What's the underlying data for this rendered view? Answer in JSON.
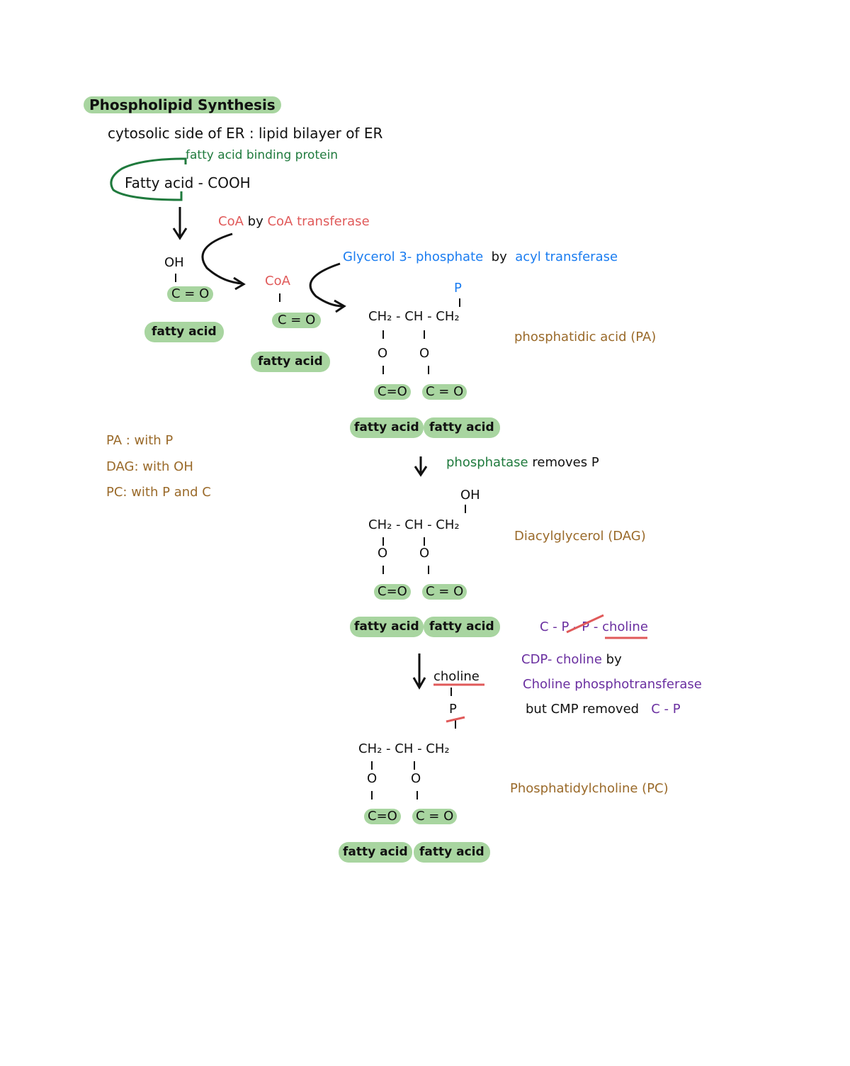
{
  "colors": {
    "green_dark": "#1f7a3d",
    "green_highlight": "#a8d5a0",
    "red": "#e05a5a",
    "blue": "#1a7cf0",
    "brown": "#9a6a2a",
    "purple": "#6a2fa0",
    "black": "#111111"
  },
  "title": "Phospholipid Synthesis",
  "subtitle": "cytosolic side of ER : lipid bilayer of ER",
  "step1": {
    "fabp_label": "fatty acid binding protein",
    "start_molecule": "Fatty acid - COOH",
    "coa_enzyme": {
      "coa": "CoA",
      "by": "by",
      "enzyme": "CoA transferase"
    },
    "glycerol_enzyme": {
      "substrate": "Glycerol 3- phosphate",
      "by": "by",
      "enzyme": "acyl transferase"
    }
  },
  "molecules": {
    "fa_oh": {
      "top": "OH",
      "carbonyl": "C = O",
      "tail": "fatty acid"
    },
    "fa_coa": {
      "top": "CoA",
      "carbonyl": "C = O",
      "tail": "fatty acid"
    },
    "pa": {
      "top": "P",
      "backbone": "CH₂ - CH - CH₂",
      "o1": "O",
      "o2": "O",
      "c1": "C=O",
      "c2": "C = O",
      "tail1": "fatty acid",
      "tail2": "fatty acid",
      "name": "phosphatidic acid (PA)"
    },
    "dag": {
      "top": "OH",
      "backbone": "CH₂ - CH - CH₂",
      "o1": "O",
      "o2": "O",
      "c1": "C=O",
      "c2": "C = O",
      "tail1": "fatty acid",
      "tail2": "fatty acid",
      "name": "Diacylglycerol (DAG)"
    },
    "pc": {
      "top1": "choline",
      "top2": "P",
      "backbone": "CH₂ - CH - CH₂",
      "o1": "O",
      "o2": "O",
      "c1": "C=O",
      "c2": "C = O",
      "tail1": "fatty acid",
      "tail2": "fatty acid",
      "name": "Phosphatidylcholine (PC)"
    }
  },
  "step_phosphatase": {
    "enzyme": "phosphatase",
    "text": "removes P"
  },
  "cdp_notes": {
    "line1": "C - P - P - choline",
    "line2_a": "CDP- choline",
    "line2_b": "by",
    "line3": "Choline phosphotransferase",
    "line4_a": "but CMP removed",
    "line4_b": "C - P"
  },
  "legend": {
    "pa": "PA : with P",
    "dag": "DAG: with OH",
    "pc": "PC: with P and C"
  }
}
